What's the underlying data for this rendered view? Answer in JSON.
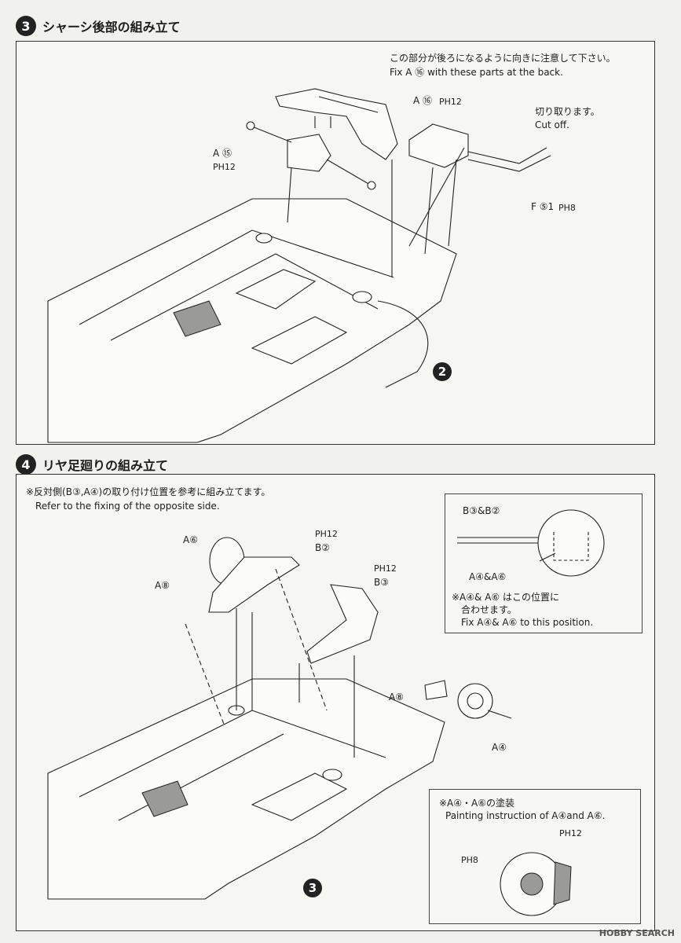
{
  "step3": {
    "number": "3",
    "title": "シャーシ後部の組み立て",
    "note_jp": "この部分が後ろになるように向きに注意して下さい。",
    "note_en": "Fix A ⑯ with these parts at the back.",
    "label_a16": "A ⑯",
    "label_a16_paint": "PH12",
    "label_a15": "A ⑮",
    "label_a15_paint": "PH12",
    "cut_jp": "切り取ります。",
    "cut_en": "Cut off.",
    "label_f51": "F ⑤1",
    "label_f51_paint": "PH8",
    "ref_number": "2"
  },
  "step4": {
    "number": "4",
    "title": "リヤ足廻りの組み立て",
    "note_jp": "※反対側(B③,A④)の取り付け位置を参考に組み立てます。",
    "note_en": "Refer to the fixing of the opposite side.",
    "label_a6": "A⑥",
    "label_a8_left": "A⑧",
    "label_ph12_b2": "PH12",
    "label_b2": "B②",
    "label_ph12_b3": "PH12",
    "label_b3": "B③",
    "label_a8_right": "A⑧",
    "label_a4": "A④",
    "ref_number": "3",
    "inset1": {
      "label_b": "B③&B②",
      "label_a": "A④&A⑥",
      "note_jp": "※A④& A⑥ はこの位置に",
      "note_jp2": "合わせます。",
      "note_en": "Fix A④& A⑥ to this position."
    },
    "inset2": {
      "title_jp": "※A④・A⑥の塗装",
      "title_en": "Painting instruction of A④and A⑥.",
      "label_ph12": "PH12",
      "label_ph8": "PH8"
    }
  },
  "watermark": "HOBBY SEARCH"
}
